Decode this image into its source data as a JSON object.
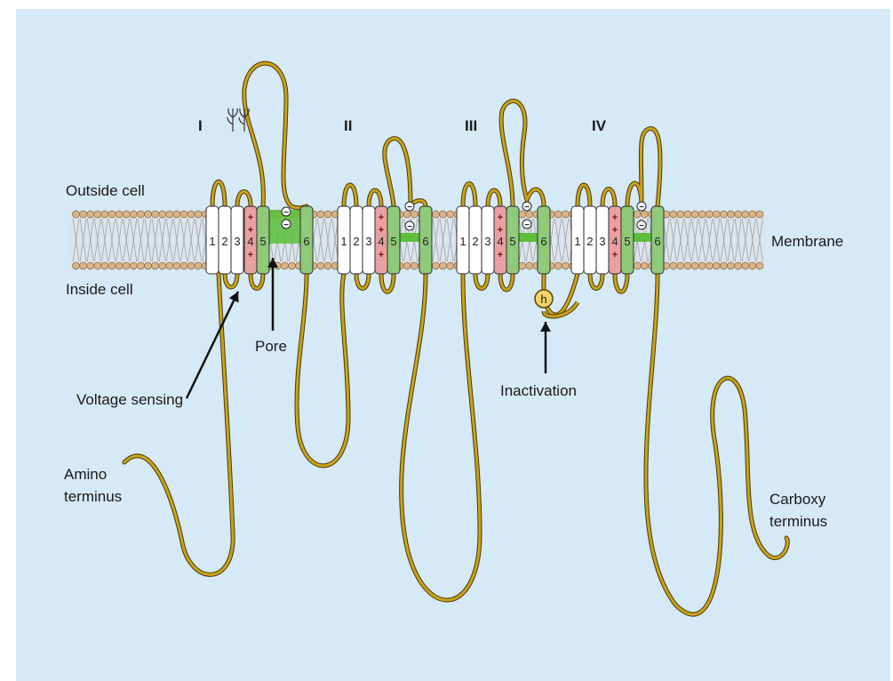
{
  "colors": {
    "background": "#d6e9f7",
    "chain": "#c9a31c",
    "chain_outline": "#4a3a06",
    "helix_plain": "#ffffff",
    "helix_voltage": "#e8a0a0",
    "helix_pore": "#8fc97a",
    "pore_band": "#5cbf3a",
    "lipid_head": "#d9b48a"
  },
  "icons": {
    "glycosylation": "branching-sugar-icon",
    "inactivation_gate": "h-gate-circle-icon",
    "negative_charge": "minus-circle-icon"
  },
  "labels": {
    "outside_cell": "Outside cell",
    "inside_cell": "Inside cell",
    "membrane": "Membrane",
    "pore": "Pore",
    "voltage_sensing": "Voltage sensing",
    "inactivation": "Inactivation",
    "amino_line1": "Amino",
    "amino_line2": "terminus",
    "carboxy_line1": "Carboxy",
    "carboxy_line2": "terminus"
  },
  "domains": [
    {
      "numeral": "I"
    },
    {
      "numeral": "II"
    },
    {
      "numeral": "III"
    },
    {
      "numeral": "IV"
    }
  ],
  "segment_labels": [
    "1",
    "2",
    "3",
    "4",
    "5",
    "6"
  ],
  "charge_marks": {
    "positive": "+",
    "negative": "−"
  },
  "gate_letter": "h"
}
